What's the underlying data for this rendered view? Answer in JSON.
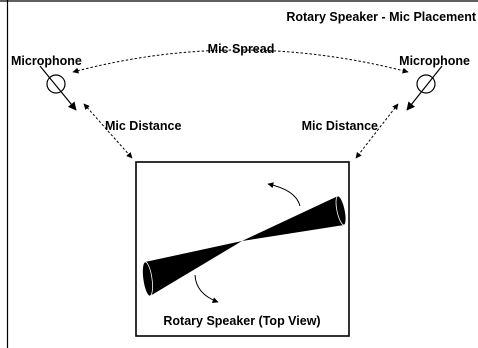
{
  "title": "Rotary Speaker - Mic Placement",
  "labels": {
    "mic_left": "Microphone",
    "mic_right": "Microphone",
    "mic_spread": "Mic Spread",
    "mic_distance_left": "Mic Distance",
    "mic_distance_right": "Mic Distance",
    "speaker_caption": "Rotary Speaker (Top View)"
  },
  "colors": {
    "ink": "#000000",
    "background": "#ffffff"
  },
  "icons": {
    "microphone": "mic-circle-slash-icon",
    "rotation": "curved-arrow-icon"
  }
}
